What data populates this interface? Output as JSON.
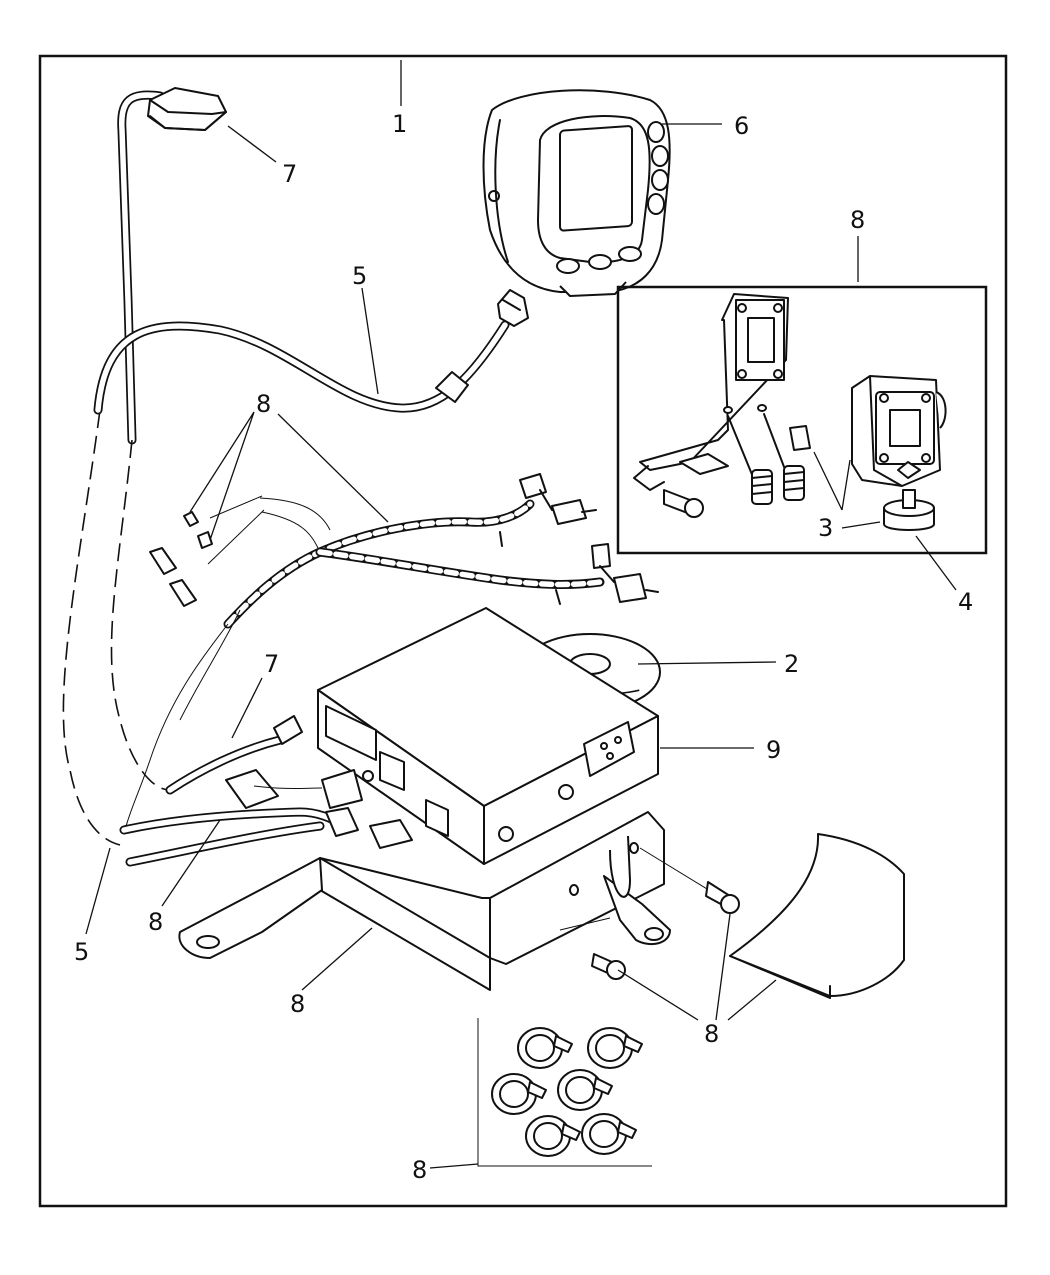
{
  "callouts": {
    "c1": "1",
    "c2": "2",
    "c3": "3",
    "c4": "4",
    "c5_top": "5",
    "c5_bottom": "5",
    "c6": "6",
    "c7_top": "7",
    "c7_mid": "7",
    "c8_inset_top": "8",
    "c8_harness": "8",
    "c8_harness_low": "8",
    "c8_bracket": "8",
    "c8_screws": "8",
    "c8_clips": "8",
    "c9": "9"
  }
}
